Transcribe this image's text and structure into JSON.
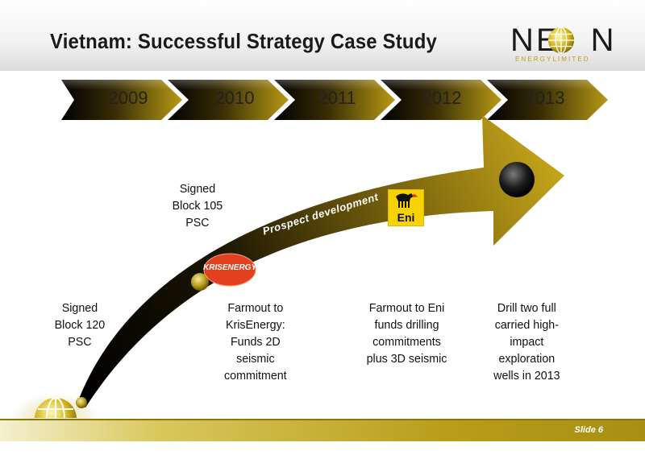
{
  "header": {
    "title": "Vietnam:  Successful Strategy Case Study"
  },
  "logo": {
    "word": "NE N",
    "sub": "ENERGYLIMITED"
  },
  "timeline": {
    "years": [
      "2009",
      "2010",
      "2011",
      "2012",
      "2013"
    ]
  },
  "arrow": {
    "label": "Prospect development"
  },
  "badges": {
    "kris": "KRISENERGY",
    "eni": "Eni"
  },
  "notes": {
    "signed120": [
      "Signed",
      "Block 120",
      "PSC"
    ],
    "signed105": [
      "Signed",
      "Block 105",
      "PSC"
    ],
    "farmout_kris": [
      "Farmout to",
      "KrisEnergy:",
      "Funds 2D",
      "seismic",
      "commitment"
    ],
    "farmout_eni": [
      "Farmout to Eni",
      "funds drilling",
      "commitments",
      "plus 3D seismic"
    ],
    "drill": [
      "Drill two full",
      "carried high-",
      "impact",
      "exploration",
      "wells in 2013"
    ]
  },
  "footer": {
    "slide": "Slide 6"
  },
  "colors": {
    "gold": "#b8a01a",
    "dark": "#111111"
  }
}
